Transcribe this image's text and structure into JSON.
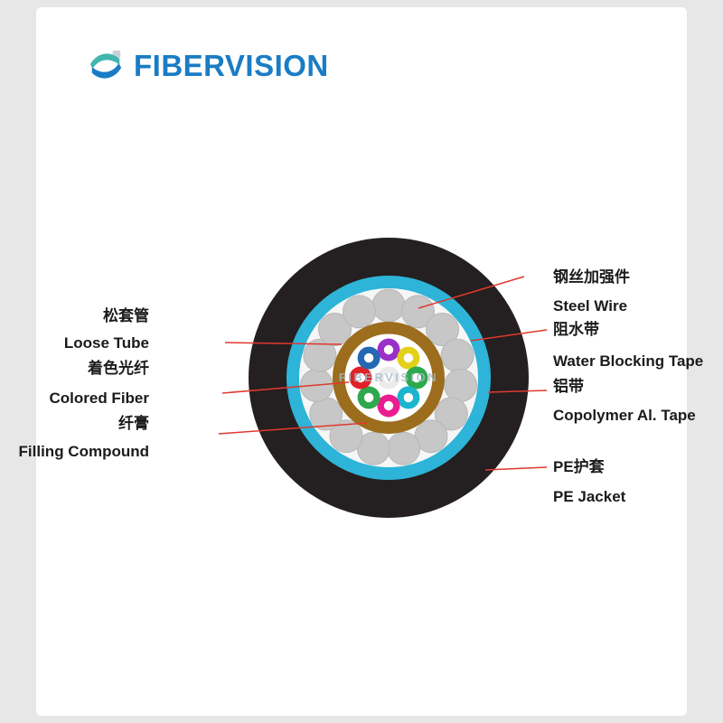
{
  "page": {
    "background": "#e7e7e7",
    "card_background": "#ffffff"
  },
  "brand": {
    "name": "FIBERVISION",
    "logo_icon": "fibervision-swoosh-icon",
    "color": "#1a7cc4",
    "icon_teal": "#41b6ae",
    "icon_blue": "#1a7cc4",
    "icon_gray": "#c9d2d8"
  },
  "watermark": "FIBERVISION",
  "diagram": {
    "labels_left": [
      {
        "zh": "松套管",
        "en": "Loose Tube"
      },
      {
        "zh": "着色光纤",
        "en": "Colored Fiber"
      },
      {
        "zh": "纤膏",
        "en": "Filling Compound"
      }
    ],
    "labels_right": [
      {
        "zh": "钢丝加强件",
        "en": "Steel Wire"
      },
      {
        "zh": "阻水带",
        "en": "Water Blocking Tape"
      },
      {
        "zh": "铝带",
        "en": "Copolymer Al. Tape"
      },
      {
        "zh": "PE护套",
        "en": "PE Jacket"
      }
    ],
    "cable": {
      "steel_wire_count": 15,
      "fiber_ring_count": 8,
      "colors": {
        "pe_jacket": "#241f20",
        "al_tape": "#2db4d8",
        "water_tape": "#f6f6f6",
        "loose_tube": "#9c6d1d",
        "filling": "#ffffff",
        "steel_wire": "#c7c7c7",
        "steel_wire_edge": "#b7b7b7",
        "fiber_hole": "#ffffff",
        "fiber_center": "#ebebeb",
        "fiber_ring": [
          "#9b30c8",
          "#e3d018",
          "#2ea84c",
          "#1cb4cf",
          "#ea1c8f",
          "#2ea84c",
          "#e02227",
          "#2567b2"
        ]
      }
    },
    "leader_color": "#e0392e",
    "text_color": "#1b1b1b",
    "watermark_color": "#a7b9c6"
  }
}
